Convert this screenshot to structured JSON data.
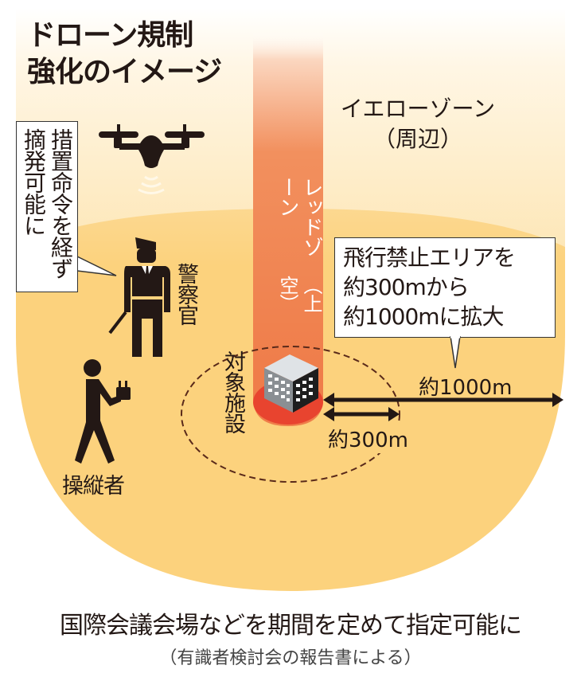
{
  "title": {
    "line1": "ドローン規制",
    "line2": "強化のイメージ"
  },
  "zones": {
    "yellow": {
      "label": "イエローゾーン",
      "sub": "（周辺）",
      "color": "#fcd27d"
    },
    "red": {
      "label": "レッドゾーン",
      "sub": "（上空）",
      "color": "#ef7d4a"
    }
  },
  "callouts": {
    "police": {
      "col1": "措置命令を経ず",
      "col2": "摘発可能に"
    },
    "area": {
      "line1": "飛行禁止エリアを",
      "line2": "約300mから",
      "line3": "約1000mに拡大"
    }
  },
  "figures": {
    "police": {
      "label": "警察官",
      "icon": "police-officer-icon"
    },
    "operator": {
      "label": "操縦者",
      "icon": "drone-operator-icon"
    },
    "drone": {
      "icon": "drone-icon"
    },
    "facility": {
      "label": "対象施設",
      "icon": "building-icon"
    }
  },
  "distances": {
    "inner": "約300m",
    "outer": "約1000m"
  },
  "caption": "国際会議会場などを期間を定めて指定可能に",
  "source": "（有識者検討会の報告書による）",
  "colors": {
    "panel_top": "#ffffff",
    "panel_bottom": "#fde7b8",
    "yellow_disc": "#fcd27d",
    "red_column": "#ef7d4a",
    "red_base": "#e8442f",
    "ink": "#231815"
  }
}
